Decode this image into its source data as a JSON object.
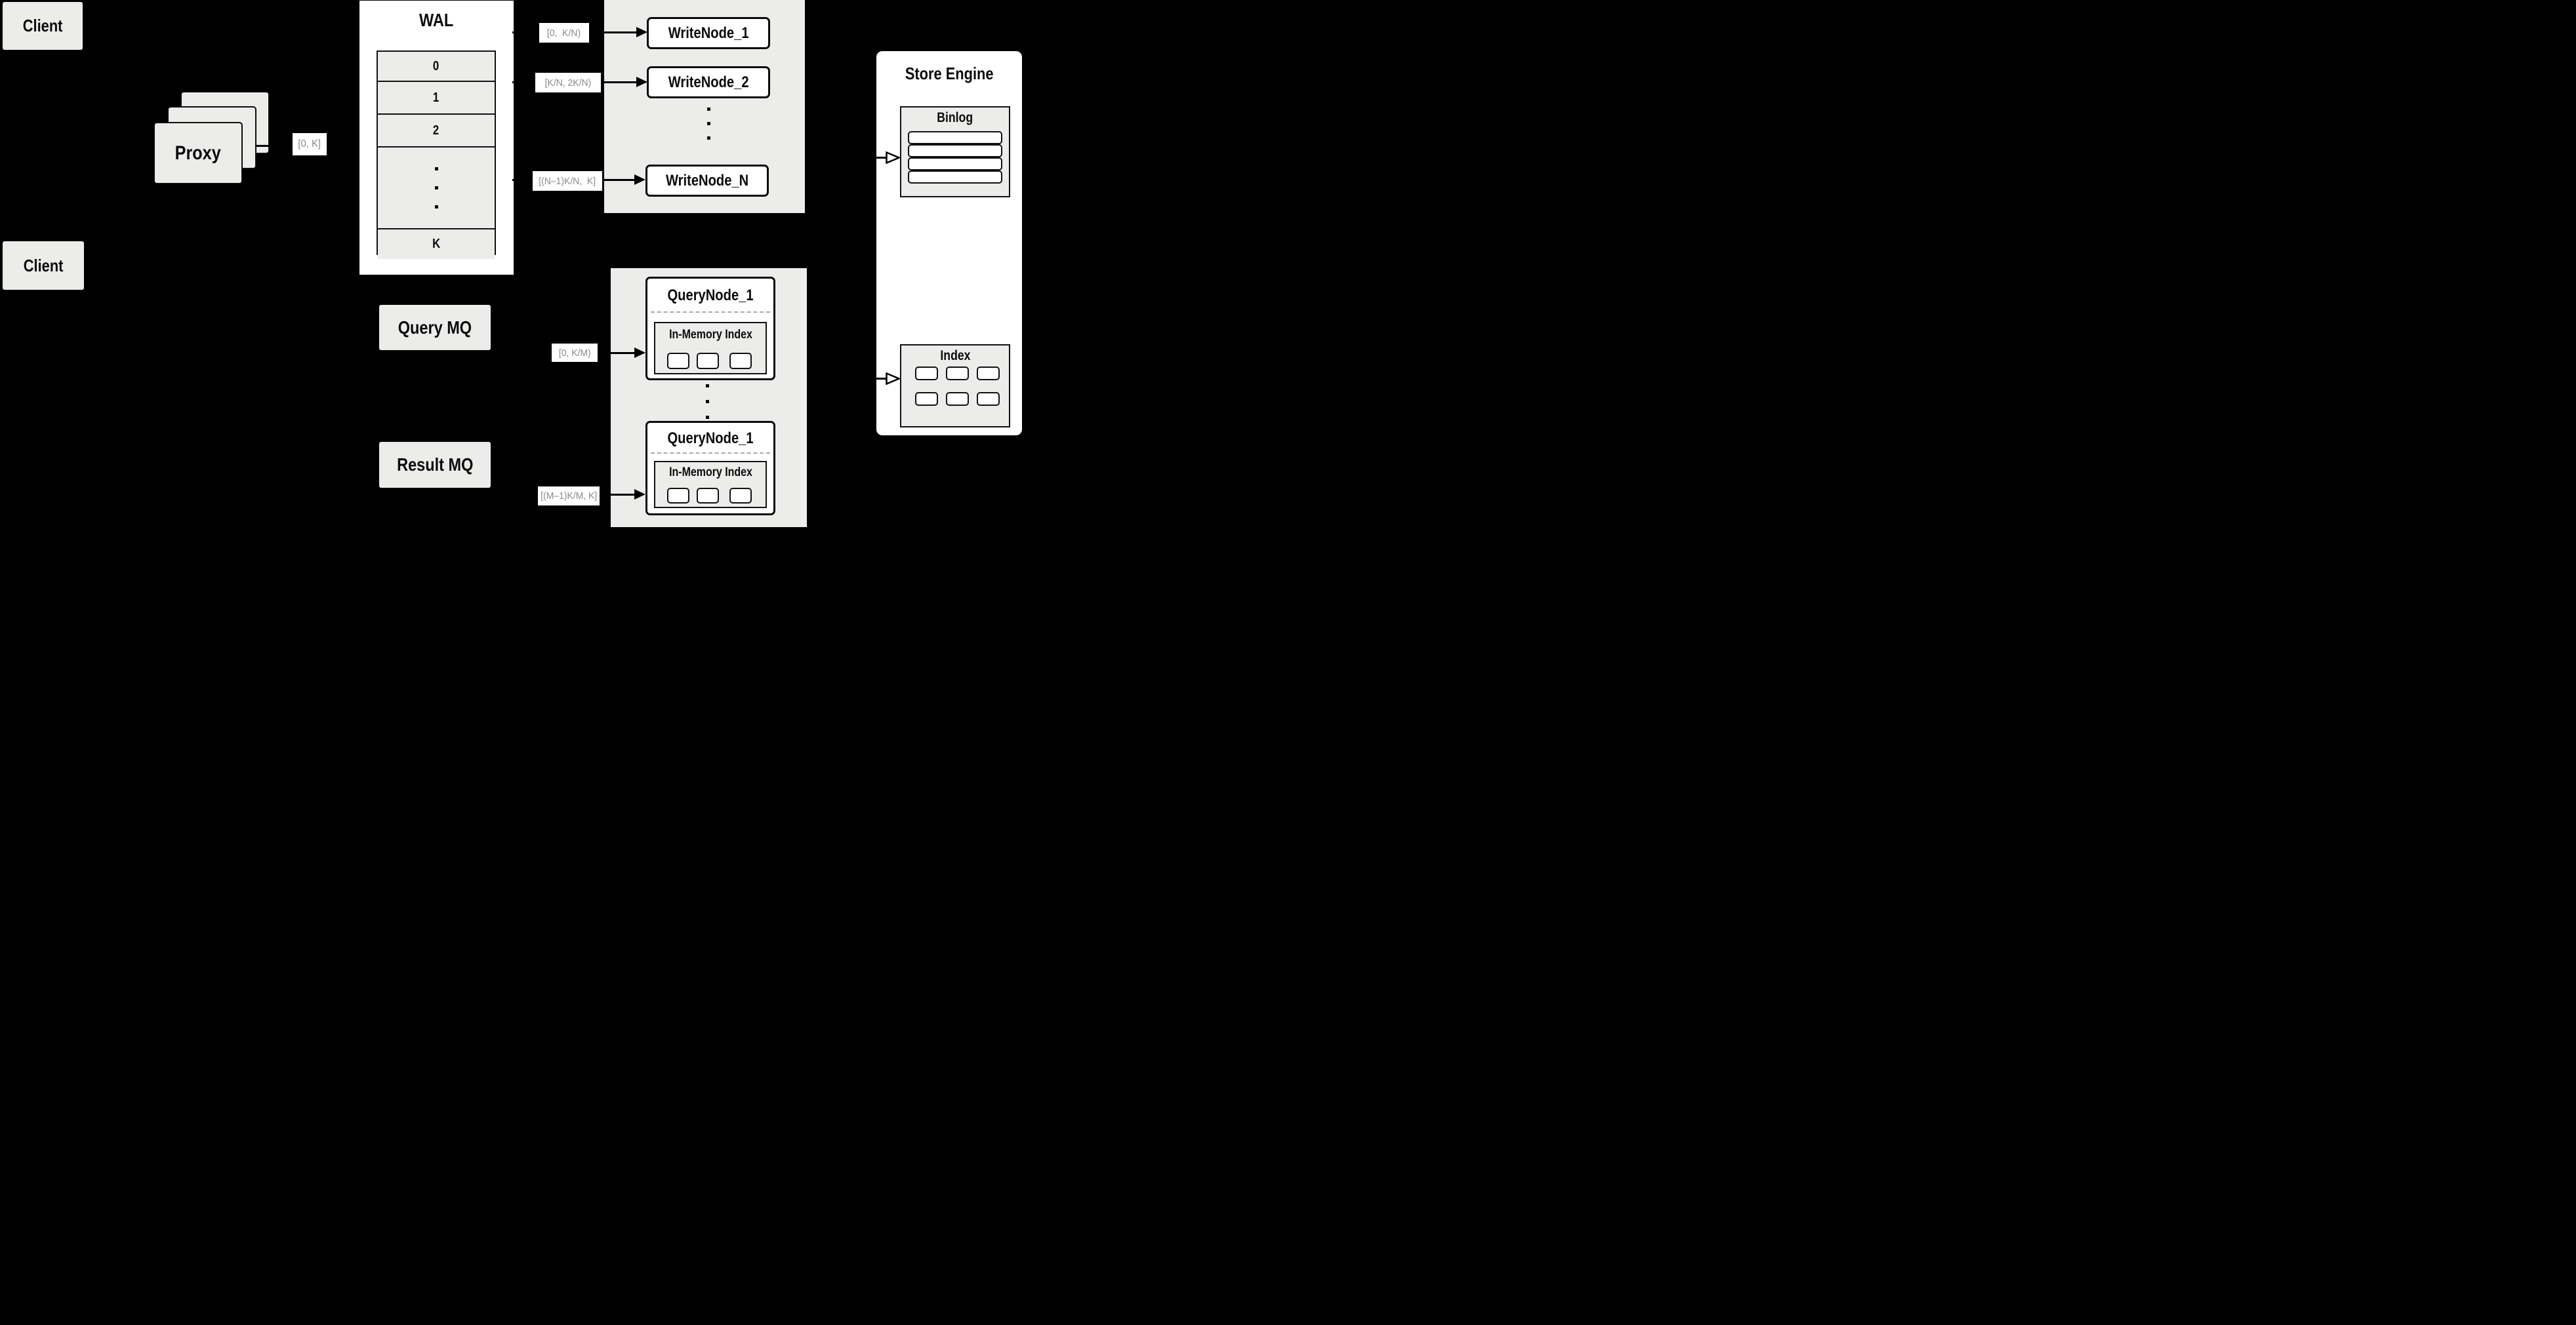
{
  "colors": {
    "background": "#000000",
    "panel_gray": "#ececeb",
    "box_white": "#ffffff",
    "line_black": "#000000",
    "range_label_gray": "#8a8a8a",
    "dashed_divider": "#a9a9a9"
  },
  "clients": {
    "top": "Client",
    "bottom": "Client"
  },
  "proxy": {
    "label": "Proxy",
    "output_range": "[0, K]"
  },
  "wal": {
    "title": "WAL",
    "segments": [
      "0",
      "1",
      "2",
      "K"
    ]
  },
  "write_group": {
    "ranges": [
      "[0,  K/N)",
      "[K/N, 2K/N)",
      "[(N–1)K/N,  K]"
    ],
    "nodes": [
      "WriteNode_1",
      "WriteNode_2",
      "WriteNode_N"
    ]
  },
  "store_engine": {
    "title": "Store Engine",
    "binlog_title": "Binlog",
    "index_title": "Index"
  },
  "mq": {
    "query": "Query MQ",
    "result": "Result MQ"
  },
  "query_group": {
    "ranges": [
      "[0, K/M)",
      "[(M–1)K/M, K]"
    ],
    "nodes": [
      {
        "title": "QueryNode_1",
        "memory_index": "In-Memory Index"
      },
      {
        "title": "QueryNode_1",
        "memory_index": "In-Memory Index"
      }
    ]
  }
}
